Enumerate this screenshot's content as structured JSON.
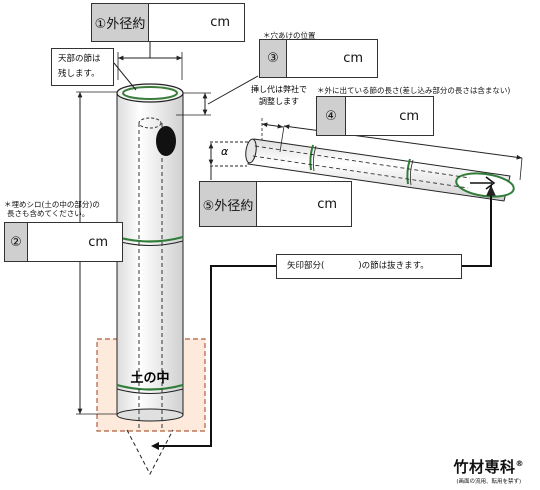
{
  "fields": {
    "outer_diameter": {
      "number": "①外径約",
      "unit": "cm"
    },
    "hole_position": {
      "number": "③",
      "unit": "cm",
      "note": "＊穴あけの位置"
    },
    "top_length": {
      "number": "④",
      "unit": "cm",
      "note": "＊外に出ている節の長さ(差し込み部分の長さは含まない)"
    },
    "insert_diameter": {
      "number": "⑤外径約",
      "unit": "cm"
    },
    "buried_length": {
      "number": "②",
      "unit": "cm",
      "note_line1": "＊埋めシロ(土の中の部分)の",
      "note_line2": "長さも含めてください。"
    }
  },
  "callouts": {
    "top_node_line1": "天部の節は",
    "top_node_line2": "残します。",
    "arrow_node_before": "矢印部分(",
    "arrow_node_after": ")の節は抜きます。"
  },
  "labels": {
    "adjust_line1": "挿し代は弊社で",
    "adjust_line2": "調整します",
    "alpha": "α",
    "soil": "土の中"
  },
  "brand": {
    "name": "竹材専科",
    "mark": "®",
    "sub": "(画面の流用、転用を禁ず)"
  },
  "colors": {
    "soil_fill": "#fdeadd",
    "soil_border": "#b0603a",
    "field_number_bg": "#cfcfcf",
    "node_green": "#2f7d38"
  }
}
